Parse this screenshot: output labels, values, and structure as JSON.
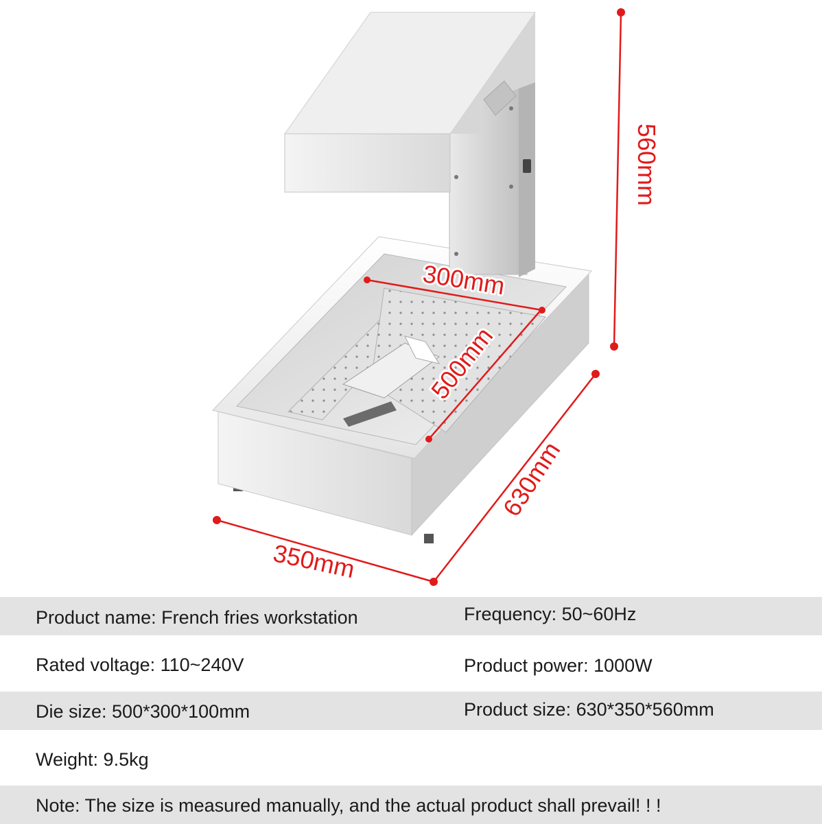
{
  "dimensions": {
    "height": "560mm",
    "length": "630mm",
    "width": "350mm",
    "tray_width": "300mm",
    "tray_length": "500mm"
  },
  "specs": {
    "product_name": "Product name: French fries workstation",
    "frequency": "Frequency: 50~60Hz",
    "rated_voltage": "Rated voltage: 110~240V",
    "product_power": "Product power: 1000W",
    "die_size": "Die size: 500*300*100mm",
    "product_size": "Product size: 630*350*560mm",
    "weight": "Weight: 9.5kg",
    "note": "Note: The size is measured manually, and the actual product shall prevail! ! !"
  },
  "colors": {
    "dimension_marks": "#e11a1a",
    "row_shade": "#e3e3e3",
    "text": "#1a1a1a"
  }
}
